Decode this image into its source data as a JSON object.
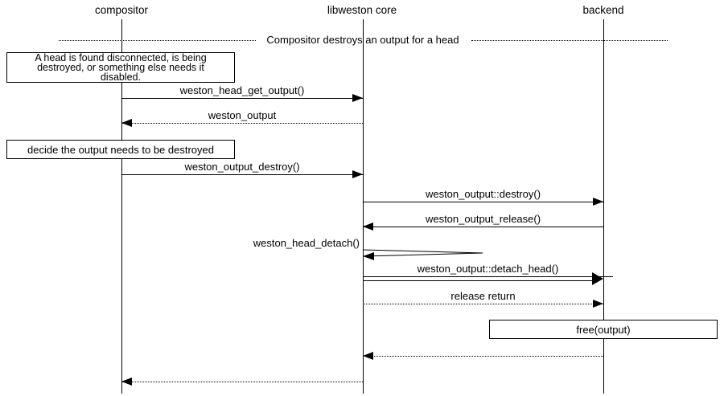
{
  "diagram": {
    "divider": {
      "label": "Compositor destroys an output for a head"
    },
    "actors": [
      {
        "label": "compositor"
      },
      {
        "label": "libweston core"
      },
      {
        "label": "backend"
      }
    ],
    "notes": [
      {
        "lines": [
          "A head is found disconnected, is being",
          "destroyed, or something else needs it",
          "disabled."
        ]
      },
      {
        "text": "decide the output needs to be destroyed"
      },
      {
        "text": "free(output)"
      }
    ],
    "messages": [
      {
        "label": "weston_head_get_output()",
        "from": "compositor",
        "to": "libweston core",
        "type": "call"
      },
      {
        "label": "weston_output",
        "from": "libweston core",
        "to": "compositor",
        "type": "return"
      },
      {
        "label": "weston_output_destroy()",
        "from": "compositor",
        "to": "libweston core",
        "type": "call"
      },
      {
        "label": "weston_output::destroy()",
        "from": "libweston core",
        "to": "backend",
        "type": "call"
      },
      {
        "label": "weston_output_release()",
        "from": "backend",
        "to": "libweston core",
        "type": "call"
      },
      {
        "label": "weston_head_detach()",
        "from": "libweston core",
        "to": "libweston core",
        "type": "self-call"
      },
      {
        "label": "weston_output::detach_head()",
        "from": "libweston core",
        "to": "backend",
        "type": "call"
      },
      {
        "label": "release return",
        "from": "libweston core",
        "to": "backend",
        "type": "return"
      },
      {
        "label": "",
        "from": "backend",
        "to": "libweston core",
        "type": "return"
      },
      {
        "label": "",
        "from": "libweston core",
        "to": "compositor",
        "type": "return"
      }
    ],
    "colors": {
      "stroke": "#000000",
      "background": "#ffffff"
    }
  }
}
